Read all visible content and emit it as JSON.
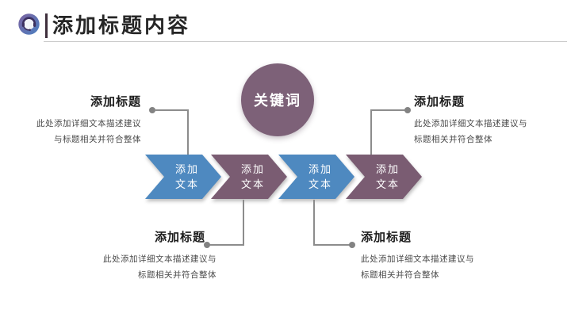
{
  "header": {
    "icon_name": "customer-service-headset-icon",
    "title": "添加标题内容"
  },
  "diagram": {
    "keyword": "关键词",
    "arrows": [
      {
        "line1": "添加",
        "line2": "文本",
        "color": "#4e89c0"
      },
      {
        "line1": "添加",
        "line2": "文本",
        "color": "#7a5c72"
      },
      {
        "line1": "添加",
        "line2": "文本",
        "color": "#4e89c0"
      },
      {
        "line1": "添加",
        "line2": "文本",
        "color": "#7a5c72"
      }
    ],
    "callouts": [
      {
        "position": "top-left",
        "title": "添加标题",
        "line1": "此处添加详细文本描述建议",
        "line2": "与标题相关并符合整体"
      },
      {
        "position": "top-right",
        "title": "添加标题",
        "line1": "此处添加详细文本描述建议与",
        "line2": "标题相关并符合整体"
      },
      {
        "position": "bottom-left",
        "title": "添加标题",
        "line1": "此处添加详细文本描述建议与",
        "line2": "标题相关并符合整体"
      },
      {
        "position": "bottom-right",
        "title": "添加标题",
        "line1": "此处添加详细文本描述建议与",
        "line2": "标题相关并符合整体"
      }
    ]
  },
  "colors": {
    "arrow_blue": "#4e89c0",
    "arrow_purple": "#7a5c72",
    "keyword_circle": "#7d6178",
    "connector_gray": "#8c8c8c",
    "header_accent_bar": "#3f2f3c",
    "title_text": "#262626"
  }
}
